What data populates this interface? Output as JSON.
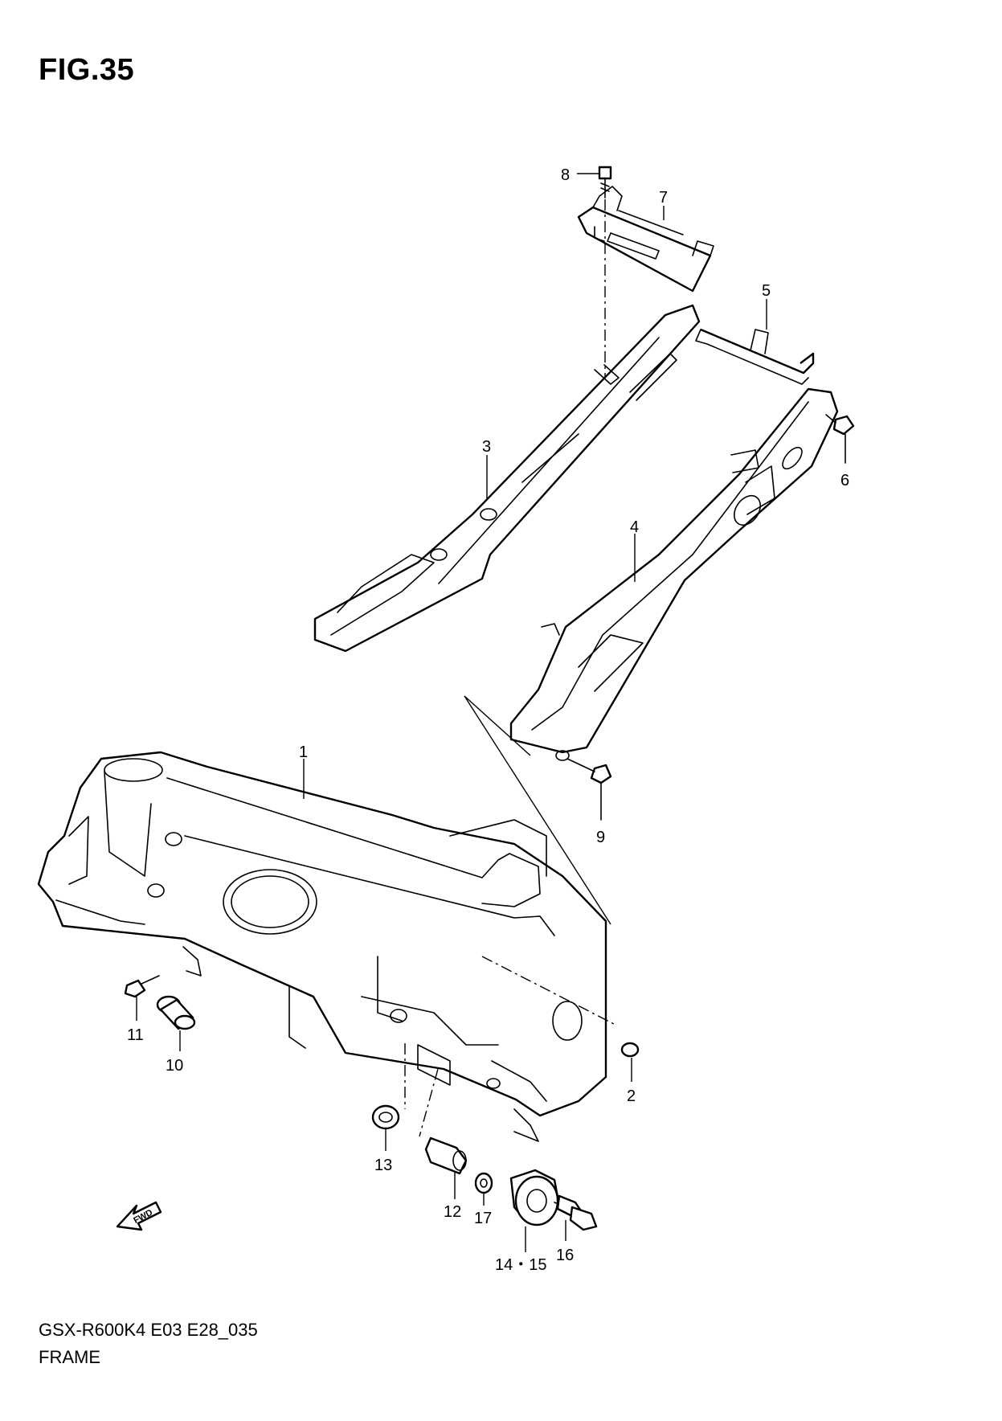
{
  "figure": {
    "title": "FIG.35",
    "model_code": "GSX-R600K4 E03 E28_035",
    "assembly_name": "FRAME"
  },
  "fwd_arrow_label": "FWD",
  "callouts": [
    {
      "id": "1",
      "label": "1"
    },
    {
      "id": "2",
      "label": "2"
    },
    {
      "id": "3",
      "label": "3"
    },
    {
      "id": "4",
      "label": "4"
    },
    {
      "id": "5",
      "label": "5"
    },
    {
      "id": "6",
      "label": "6"
    },
    {
      "id": "7",
      "label": "7"
    },
    {
      "id": "8",
      "label": "8"
    },
    {
      "id": "9",
      "label": "9"
    },
    {
      "id": "10",
      "label": "10"
    },
    {
      "id": "11",
      "label": "11"
    },
    {
      "id": "12",
      "label": "12"
    },
    {
      "id": "13",
      "label": "13"
    },
    {
      "id": "14-15",
      "label": "14・15"
    },
    {
      "id": "16",
      "label": "16"
    },
    {
      "id": "17",
      "label": "17"
    }
  ]
}
